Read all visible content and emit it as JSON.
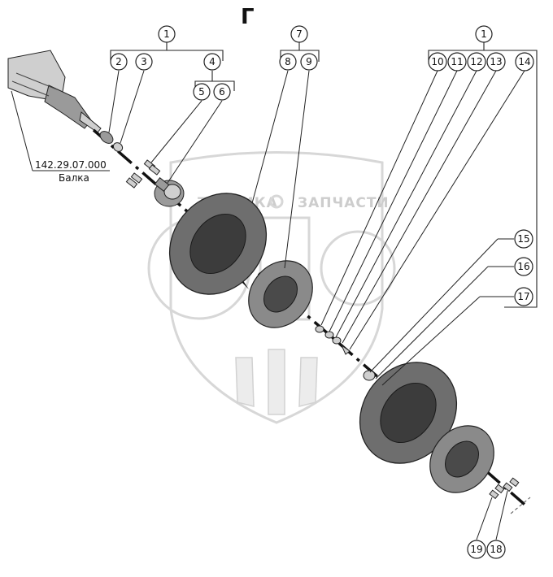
{
  "title": "Г",
  "reference": {
    "code": "142.29.07.000",
    "name": "Балка"
  },
  "watermark": {
    "left": "ТЕХНИКА",
    "right": "ЗАПЧАСТИ"
  },
  "callouts": [
    "1",
    "2",
    "3",
    "4",
    "5",
    "6",
    "7",
    "8",
    "9",
    "1",
    "10",
    "11",
    "12",
    "13",
    "14",
    "15",
    "16",
    "17",
    "19",
    "18"
  ]
}
